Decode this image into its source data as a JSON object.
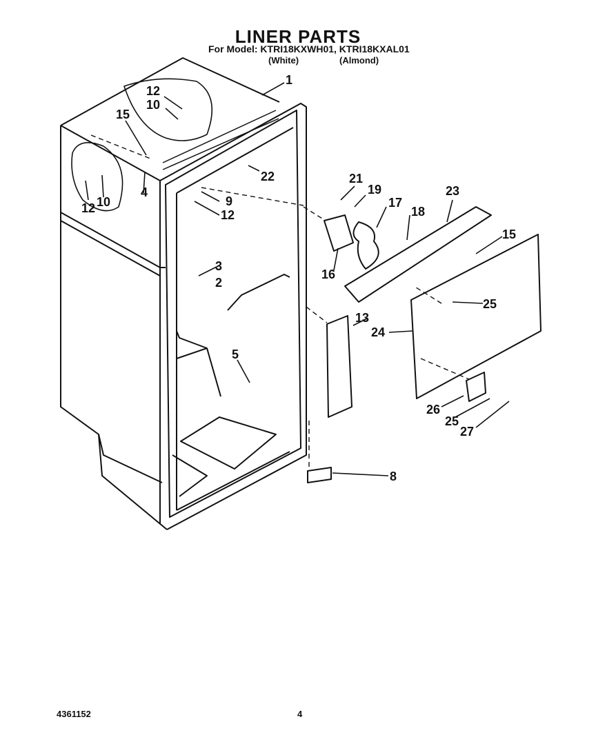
{
  "header": {
    "title": "LINER PARTS",
    "model_line": "For Model: KTRI18KXWH01, KTRI18KXAL01",
    "color_white": "(White)",
    "color_almond": "(Almond)"
  },
  "callouts": {
    "c1": "1",
    "c2": "2",
    "c3": "3",
    "c4": "4",
    "c5": "5",
    "c8": "8",
    "c9": "9",
    "c10a": "10",
    "c10b": "10",
    "c12a": "12",
    "c12b": "12",
    "c12c": "12",
    "c13": "13",
    "c15a": "15",
    "c15b": "15",
    "c16": "16",
    "c17": "17",
    "c18": "18",
    "c19": "19",
    "c21": "21",
    "c22": "22",
    "c23": "23",
    "c24": "24",
    "c25a": "25",
    "c25b": "25",
    "c26": "26",
    "c27": "27"
  },
  "footer": {
    "doc_number": "4361152",
    "page_number": "4"
  }
}
